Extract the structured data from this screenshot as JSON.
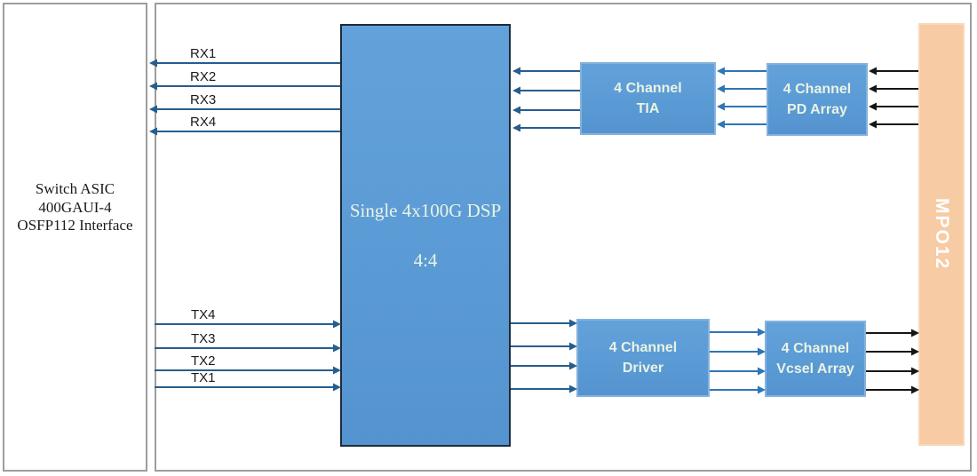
{
  "left_box": {
    "lines": [
      "Switch ASIC",
      "400GAUI-4",
      "OSFP112 Interface"
    ]
  },
  "blocks": {
    "dsp": {
      "title": "Single 4x100G DSP",
      "subtitle": "4:4"
    },
    "tia": {
      "label": "4 Channel\nTIA"
    },
    "pd": {
      "label": "4 Channel\nPD Array"
    },
    "driver": {
      "label": "4 Channel\nDriver"
    },
    "vcsel": {
      "label": "4 Channel\nVcsel Array"
    },
    "mpo": {
      "label": "MPO12"
    }
  },
  "signals": {
    "rx": [
      "RX1",
      "RX2",
      "RX3",
      "RX4"
    ],
    "tx": [
      "TX4",
      "TX3",
      "TX2",
      "TX1"
    ]
  },
  "colors": {
    "block_blue": "#5b9bd5",
    "block_blue_border": "#85b2dc",
    "dsp_border": "#1c2b3a",
    "orange": "#f7cba4",
    "orange_border": "#f9d8ba",
    "panel_border": "#9d9d9d",
    "text_light": "#e9f3e3",
    "arrow_dark": "#255e8e",
    "arrow_mid": "#2e75b6",
    "arrow_black": "#151515"
  }
}
